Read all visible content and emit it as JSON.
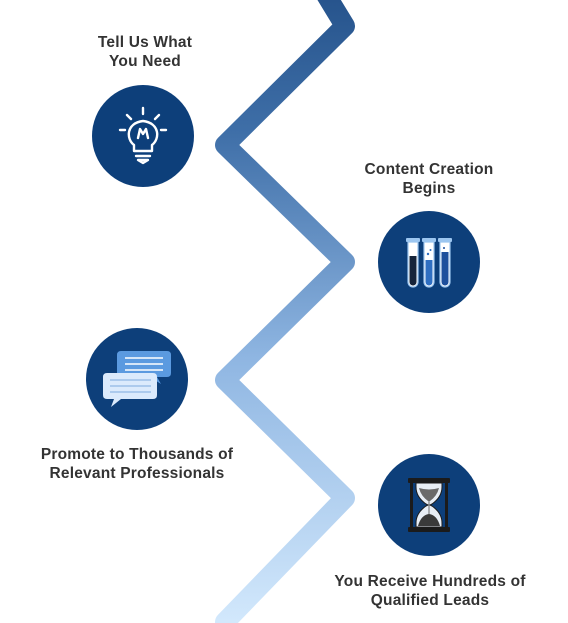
{
  "colors": {
    "circle_fill": "#0d3f7a",
    "label_text": "#333333",
    "line_top": "#0f3a72",
    "line_bottom": "#cfe6fb",
    "background": "#ffffff"
  },
  "steps": [
    {
      "line1": "Tell Us What",
      "line2": "You Need",
      "icon": "lightbulb-icon"
    },
    {
      "line1": "Content Creation",
      "line2": "Begins",
      "icon": "test-tubes-icon"
    },
    {
      "line1": "Promote to Thousands of",
      "line2": "Relevant Professionals",
      "icon": "chat-bubbles-icon"
    },
    {
      "line1": "You Receive Hundreds of",
      "line2": "Qualified Leads",
      "icon": "hourglass-icon"
    }
  ]
}
